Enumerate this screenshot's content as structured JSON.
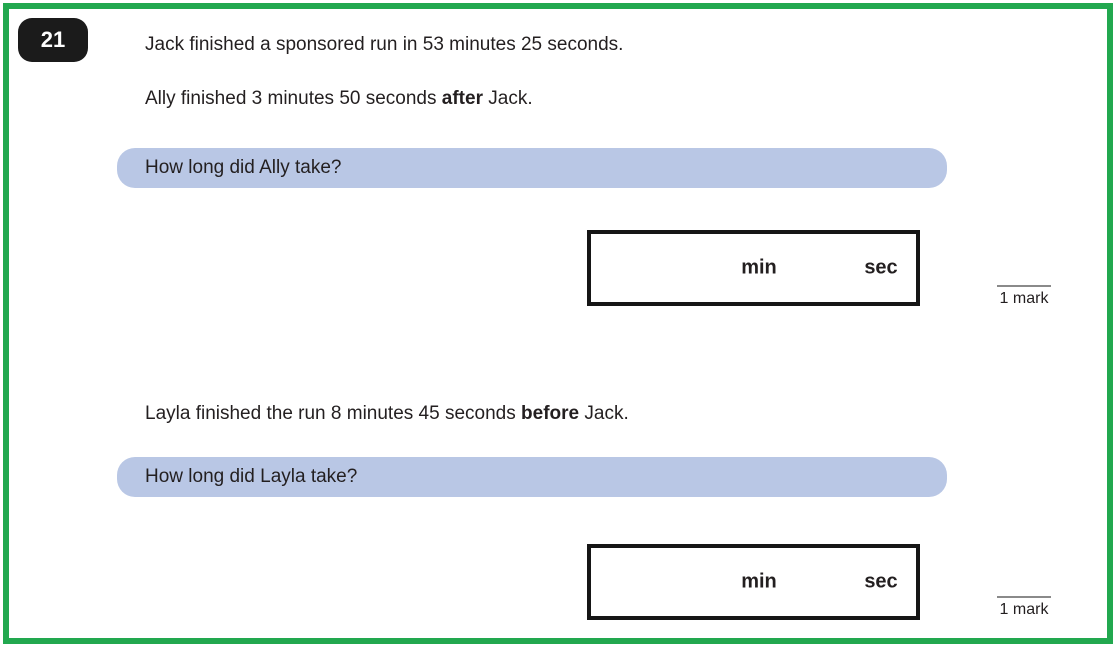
{
  "colors": {
    "frame_border": "#22a84f",
    "banner_fill": "#b9c7e5",
    "badge_bg": "#1b1b1b",
    "text": "#231f20",
    "box_border": "#161616",
    "mark_line": "#8a8a8a"
  },
  "question": {
    "number": "21",
    "statement1": "Jack finished a sponsored run in 53 minutes 25 seconds.",
    "statement2": {
      "pre": "Ally finished 3 minutes 50 seconds ",
      "bold": "after",
      "post": " Jack."
    },
    "statement3": {
      "pre": "Layla finished the run 8 minutes 45 seconds ",
      "bold": "before",
      "post": " Jack."
    },
    "prompt_ally": "How long did Ally take?",
    "prompt_layla": "How long did Layla take?"
  },
  "answer_box": {
    "min_label": "min",
    "sec_label": "sec"
  },
  "marks": {
    "label": "1 mark"
  }
}
